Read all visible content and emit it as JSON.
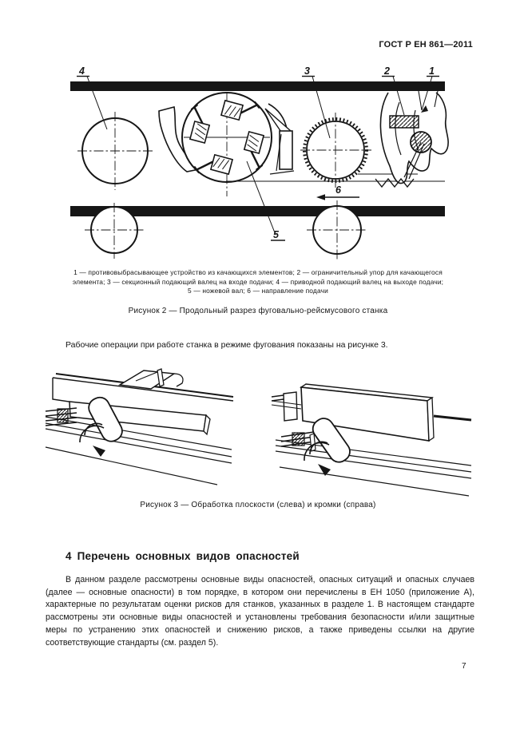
{
  "page": {
    "header": "ГОСТ Р ЕН 861—2011",
    "number": "7"
  },
  "figure2": {
    "callouts": {
      "c1": "1",
      "c2": "2",
      "c3": "3",
      "c4": "4",
      "c5": "5",
      "c6": "6"
    },
    "legend_lines": [
      "1 — противовыбрасывающее устройство из качающихся элементов; 2 — ограничительный упор для качающегося",
      "элемента; 3 — секционный подающий валец на входе подачи; 4 — приводной подающий валец на выходе подачи;",
      "5 — ножевой вал; 6 — направление подачи"
    ],
    "caption": "Рисунок 2 — Продольный разрез фуговально-рейсмусового станка"
  },
  "paragraph1": "Рабочие операции при работе станка в режиме фугования показаны на рисунке 3.",
  "figure3": {
    "caption": "Рисунок 3 — Обработка плоскости (слева) и кромки (справа)"
  },
  "section4": {
    "heading": "4 Перечень основных видов опасностей",
    "body": "В данном разделе рассмотрены основные виды опасностей, опасных ситуаций и опасных случаев (далее — основные опасности) в том порядке, в котором они перечислены в ЕН 1050 (приложение А), характерные по результатам оценки рисков для станков, указанных в разделе 1. В настоящем стандарте рассмотрены эти основные виды опасностей и установлены требования безопасности и/или защитные меры по устранению этих опасностей и снижению рисков, а также приведены ссылки на другие соответствующие стандарты  (см. раздел 5)."
  },
  "colors": {
    "ink": "#161616",
    "paper": "#ffffff"
  }
}
